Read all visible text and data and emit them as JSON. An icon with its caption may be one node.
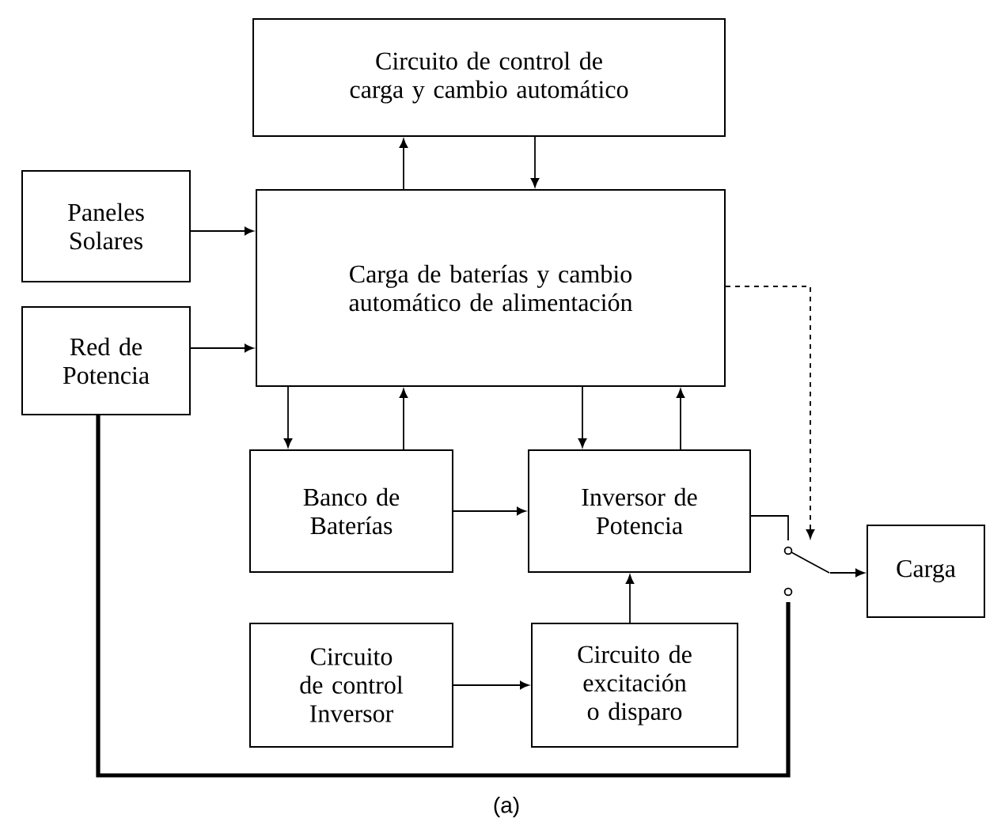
{
  "diagram": {
    "nodes": [
      {
        "text": [
          "Circuito de control de carga y cambio automático"
        ]
      },
      {
        "text": [
          "Paneles Solares"
        ]
      },
      {
        "text": [
          "Red de Potencia"
        ]
      },
      {
        "text": [
          "Carga de baterías y cambio automático de alimentación"
        ]
      },
      {
        "text": [
          "Banco de Baterías"
        ]
      },
      {
        "text": [
          "Inversor de Potencia"
        ]
      },
      {
        "text": [
          "Carga"
        ]
      },
      {
        "text": [
          "Circuito de control Inversor"
        ]
      },
      {
        "text": [
          "Circuito de excitación o disparo"
        ]
      },
      {
        "text": [],
        "shape": "switch"
      }
    ],
    "edges": [
      {
        "from": 3,
        "to": 0,
        "arrow": "to"
      },
      {
        "from": 0,
        "to": 3,
        "arrow": "to"
      },
      {
        "from": 1,
        "to": 3,
        "arrow": "to"
      },
      {
        "from": 2,
        "to": 3,
        "arrow": "to"
      },
      {
        "from": 3,
        "to": 4,
        "arrow": "to"
      },
      {
        "from": 4,
        "to": 3,
        "arrow": "to"
      },
      {
        "from": 3,
        "to": 5,
        "arrow": "to"
      },
      {
        "from": 5,
        "to": 3,
        "arrow": "to"
      },
      {
        "from": 4,
        "to": 5,
        "arrow": "to"
      },
      {
        "from": 7,
        "to": 8,
        "arrow": "to"
      },
      {
        "from": 8,
        "to": 5,
        "arrow": "to"
      },
      {
        "from": 5,
        "to": 9,
        "arrow": "none"
      },
      {
        "from": 3,
        "to": 9,
        "arrow": "to",
        "style": "dashed"
      },
      {
        "from": 2,
        "to": 9,
        "arrow": "none",
        "style": "thick"
      },
      {
        "from": 9,
        "to": 6,
        "arrow": "to"
      }
    ],
    "labels": [
      "(a)"
    ]
  }
}
